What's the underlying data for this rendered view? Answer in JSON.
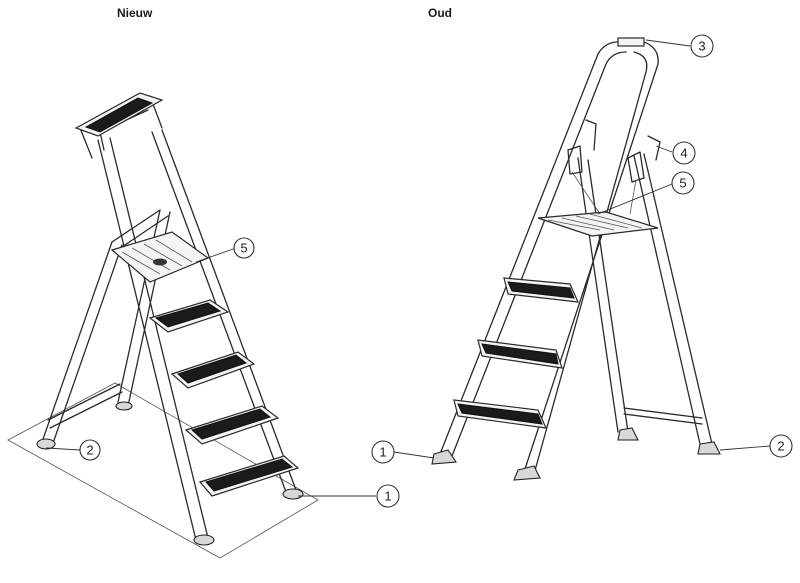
{
  "panels": {
    "new": {
      "title": "Nieuw"
    },
    "old": {
      "title": "Oud"
    }
  },
  "callouts": {
    "new_5": "5",
    "new_2": "2",
    "new_1": "1",
    "old_3": "3",
    "old_4": "4",
    "old_5": "5",
    "old_1": "1",
    "old_2": "2"
  }
}
